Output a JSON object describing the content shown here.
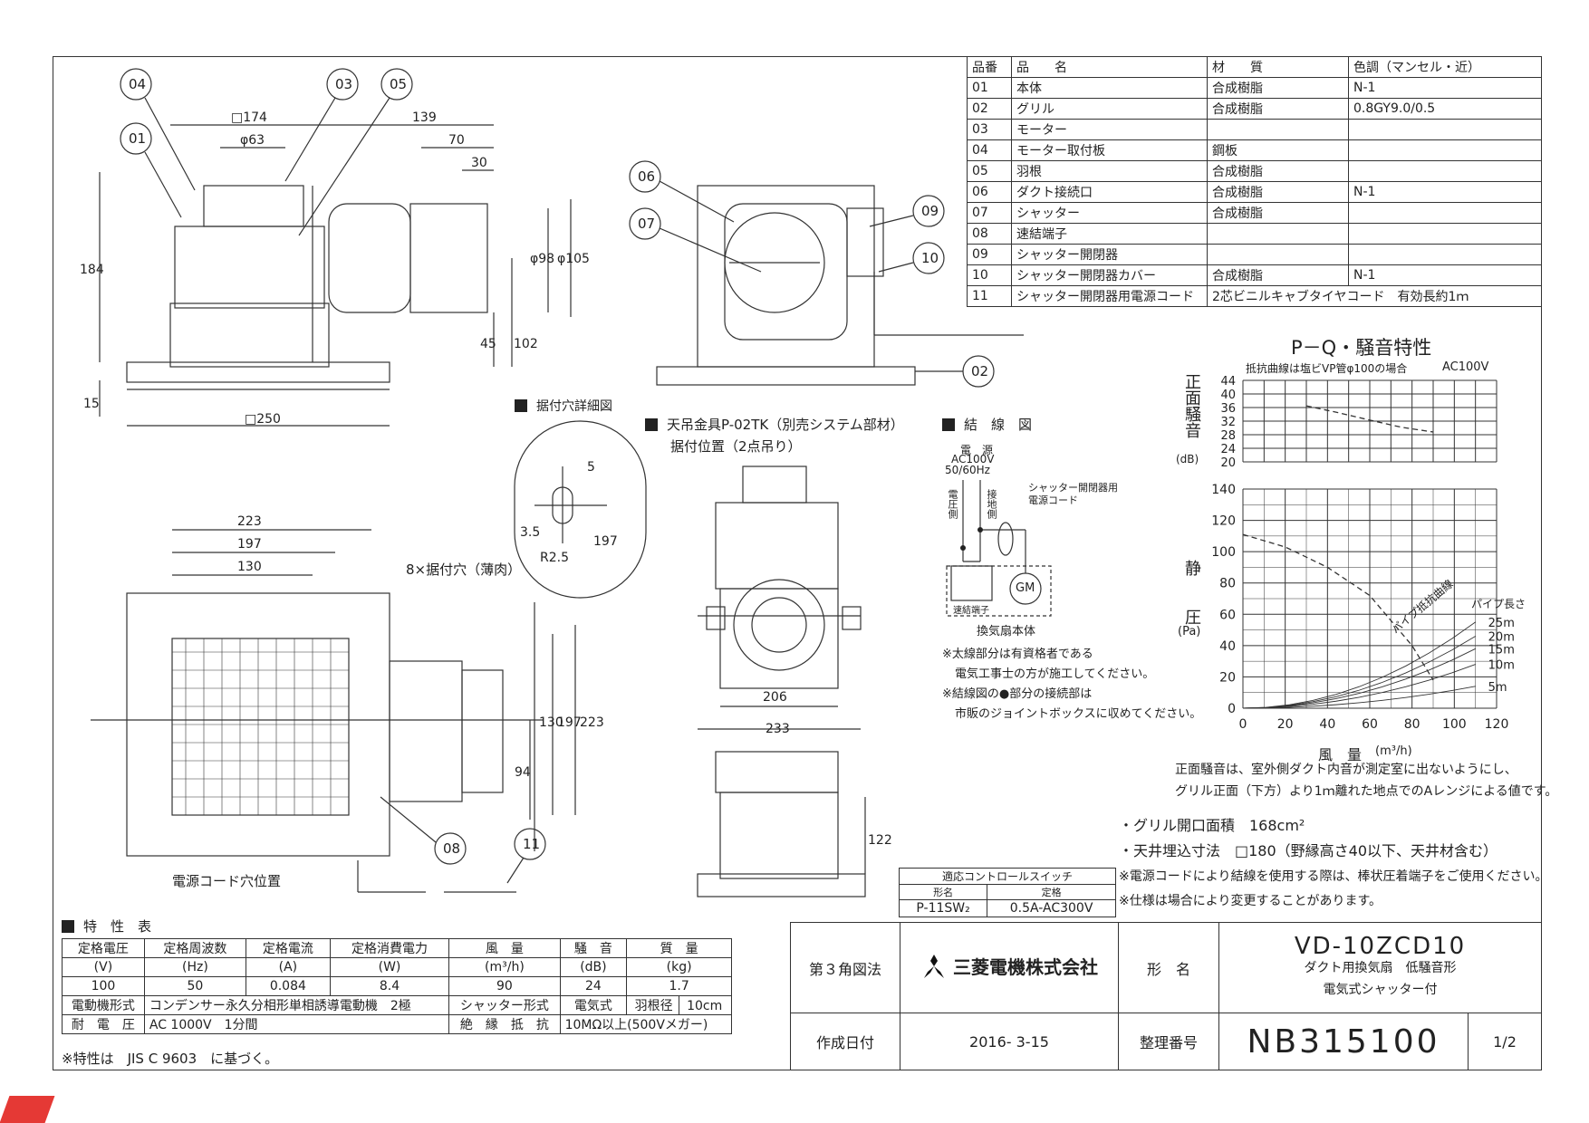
{
  "parts_table": {
    "headers": [
      "品番",
      "品　　名",
      "材　　質",
      "色調（マンセル・近）"
    ],
    "rows": [
      [
        "01",
        "本体",
        "合成樹脂",
        "N-1"
      ],
      [
        "02",
        "グリル",
        "合成樹脂",
        "0.8GY9.0/0.5"
      ],
      [
        "03",
        "モーター",
        "",
        ""
      ],
      [
        "04",
        "モーター取付板",
        "鋼板",
        ""
      ],
      [
        "05",
        "羽根",
        "合成樹脂",
        ""
      ],
      [
        "06",
        "ダクト接続口",
        "合成樹脂",
        "N-1"
      ],
      [
        "07",
        "シャッター",
        "合成樹脂",
        ""
      ],
      [
        "08",
        "速結端子",
        "",
        ""
      ],
      [
        "09",
        "シャッター開閉器",
        "",
        ""
      ],
      [
        "10",
        "シャッター開閉器カバー",
        "合成樹脂",
        "N-1"
      ],
      [
        "11",
        "シャッター開閉器用電源コード",
        "2芯ビニルキャブタイヤコード　有効長約1ｍ",
        ""
      ]
    ]
  },
  "drawing_labels": {
    "callouts": [
      "04",
      "03",
      "05",
      "01",
      "06",
      "07",
      "09",
      "10",
      "02",
      "08",
      "11"
    ],
    "dims_front": [
      "□174",
      "φ63",
      "139",
      "70",
      "30",
      "184",
      "φ98",
      "φ105",
      "45",
      "102",
      "15",
      "□250"
    ],
    "dims_bottom": [
      "223",
      "197",
      "130",
      "8×据付穴（薄肉）",
      "130",
      "197",
      "223",
      "94",
      "電源コード穴位置"
    ],
    "hole_detail_title": "据付穴詳細図",
    "hole_dims": [
      "5",
      "3.5",
      "R2.5",
      "197"
    ],
    "hanger_title": "天吊金具P-02TK（別売システム部材）",
    "hanger_sub": "据付位置（2点吊り）",
    "hanger_dims": [
      "206",
      "233",
      "122"
    ],
    "wiring_title": "結　線　図",
    "wiring": {
      "power": "電　源",
      "voltage": "AC100V",
      "freq": "50/60Hz",
      "live": "電圧側",
      "ground": "接地側",
      "cord": "シャッター開閉器用",
      "cord2": "電源コード",
      "terminal": "速結端子",
      "motor": "GM",
      "body": "換気扇本体"
    },
    "wiring_notes": [
      "※太線部分は有資格者である",
      "電気工事士の方が施工してください。",
      "※結線図の●部分の接続部は",
      "市販のジョイントボックスに収めてください。"
    ]
  },
  "chart_data": {
    "type": "line",
    "title": "P－Q・騒音特性",
    "subtitle": "抵抗曲線は塩ビVP管φ100の場合",
    "voltage": "AC100V",
    "noise_axis": {
      "label": "正面騒音",
      "unit": "(dB)",
      "ticks": [
        "44",
        "40",
        "36",
        "32",
        "28",
        "24",
        "20"
      ],
      "ylim": [
        20,
        44
      ]
    },
    "pressure_axis": {
      "label": "静　　圧",
      "unit": "(Pa)",
      "ticks": [
        "140",
        "120",
        "100",
        "80",
        "60",
        "40",
        "20",
        "0"
      ],
      "ylim": [
        0,
        140
      ]
    },
    "x_axis": {
      "label": "風　量",
      "unit": "(m³/h)",
      "ticks": [
        "0",
        "20",
        "40",
        "60",
        "80",
        "100",
        "120"
      ],
      "xlim": [
        0,
        120
      ]
    },
    "series": [
      {
        "kind": "noise",
        "x": [
          30,
          45,
          60,
          75,
          90
        ],
        "y": [
          36.5,
          34.5,
          32.3,
          30.2,
          28.8
        ]
      },
      {
        "kind": "pq",
        "x": [
          0,
          20,
          40,
          60,
          80,
          90
        ],
        "y": [
          111,
          103,
          90,
          72,
          40,
          18
        ]
      }
    ],
    "pipe_curves": {
      "label": "パイプ抵抗曲線",
      "length_label": "パイプ長さ",
      "names": [
        "25m",
        "20m",
        "15m",
        "10m",
        "5m"
      ],
      "end_y": [
        55,
        46,
        38,
        28,
        14
      ],
      "x_end": 110
    }
  },
  "notes": [
    "正面騒音は、室外側ダクト内音が測定室に出ないようにし、",
    "グリル正面（下方）より1ｍ離れた地点でのAレンジによる値です。"
  ],
  "specs_bullets": [
    "・グリル開口面積　168cm²",
    "・天井埋込寸法　□180（野縁高さ40以下、天井材含む）",
    "※電源コードにより結線を使用する際は、棒状圧着端子をご使用ください。",
    "※仕様は場合により変更することがあります。"
  ],
  "control_switch": {
    "title": "適応コントロールスイッチ",
    "model_label": "形名",
    "rating_label": "定格",
    "model": "P-11SW₂",
    "rating": "0.5A-AC300V"
  },
  "characteristics": {
    "title": "特　性　表",
    "headers": [
      [
        "定格電圧",
        "(V)"
      ],
      [
        "定格周波数",
        "(Hz)"
      ],
      [
        "定格電流",
        "(A)"
      ],
      [
        "定格消費電力",
        "(W)"
      ],
      [
        "風　量",
        "(m³/h)"
      ],
      [
        "騒　音",
        "(dB)"
      ],
      [
        "質　量",
        "(kg)"
      ]
    ],
    "values": [
      "100",
      "50",
      "0.084",
      "8.4",
      "90",
      "24",
      "1.7"
    ],
    "motor_label": "電動機形式",
    "motor_value": "コンデンサー永久分相形単相誘導電動機　2極",
    "shutter_label": "シャッター形式",
    "shutter_value": "電気式",
    "blade_label": "羽根径",
    "blade_value": "10cm",
    "voltage_label": "耐　電　圧",
    "voltage_value": "AC 1000V　1分間",
    "insulation_label": "絶　縁　抵　抗",
    "insulation_value": "10MΩ以上(500Vメガー)",
    "footnote": "※特性は　JIS C 9603　に基づく。"
  },
  "title_block": {
    "projection": "第３角図法",
    "company": "三菱電機株式会社",
    "model_label": "形　名",
    "model": "VD-10ZCD10",
    "desc1": "ダクト用換気扇　低騒音形",
    "desc2": "電気式シャッター付",
    "date_label": "作成日付",
    "date": "2016- 3-15",
    "number_label": "整理番号",
    "number": "NB315100",
    "page": "1/2"
  }
}
